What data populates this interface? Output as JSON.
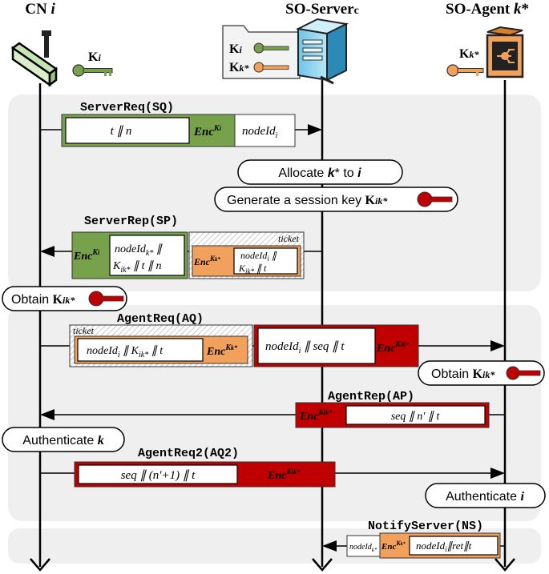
{
  "actors": {
    "cn": "CN i",
    "server": "SO-Serverc",
    "agent": "SO-Agent k*"
  },
  "keys": {
    "cn_key": "Ki",
    "server_key_1": "Ki",
    "server_key_2": "Kk*",
    "agent_key": "Kk*"
  },
  "messages": {
    "sq": {
      "label": "ServerReq(SQ)",
      "payload": "t ∥ n",
      "enc": "EncKi",
      "plain": "nodeIdi"
    },
    "allocate": "Allocate k* to i",
    "generate": "Generate a session key Kik*",
    "sp": {
      "label": "ServerRep(SP)",
      "enc": "EncKi",
      "payload_line1": "nodeIdk* ∥",
      "payload_line2": "Kik* ∥ t ∥ n",
      "ticket_label": "ticket",
      "ticket_enc": "EncKk*",
      "ticket_line1": "nodeIdi ∥",
      "ticket_line2": "Kik* ∥ t"
    },
    "obtain_cn": "Obtain Kik*",
    "aq": {
      "label": "AgentReq(AQ)",
      "ticket_label": "ticket",
      "ticket_payload": "nodeIdi ∥ Kik* ∥ t",
      "ticket_enc": "EncKk*",
      "payload": "nodeIdi ∥ seq ∥ t",
      "enc": "EncKik*"
    },
    "obtain_agent": "Obtain Kik*",
    "ap": {
      "label": "AgentRep(AP)",
      "enc": "EncKik*",
      "payload": "seq ∥ n′ ∥ t"
    },
    "auth_k": "Authenticate k",
    "aq2": {
      "label": "AgentReq2(AQ2)",
      "payload": "seq ∥ (n′+1) ∥ t",
      "enc": "EncKik*"
    },
    "auth_i": "Authenticate i",
    "ns": {
      "label": "NotifyServer(NS)",
      "plain": "nodeIdk*",
      "enc": "EncKk*",
      "payload": "nodeIdi∥ret∥t"
    }
  },
  "icons": [
    "sensor-node-icon",
    "server-icon",
    "folder-icon",
    "agent-box-icon",
    "key-icon"
  ],
  "colors": {
    "green": "#77a24b",
    "orange": "#f2a15c",
    "red": "#c00000",
    "panel": "#efefef",
    "cyan": "#9fd8ee"
  }
}
